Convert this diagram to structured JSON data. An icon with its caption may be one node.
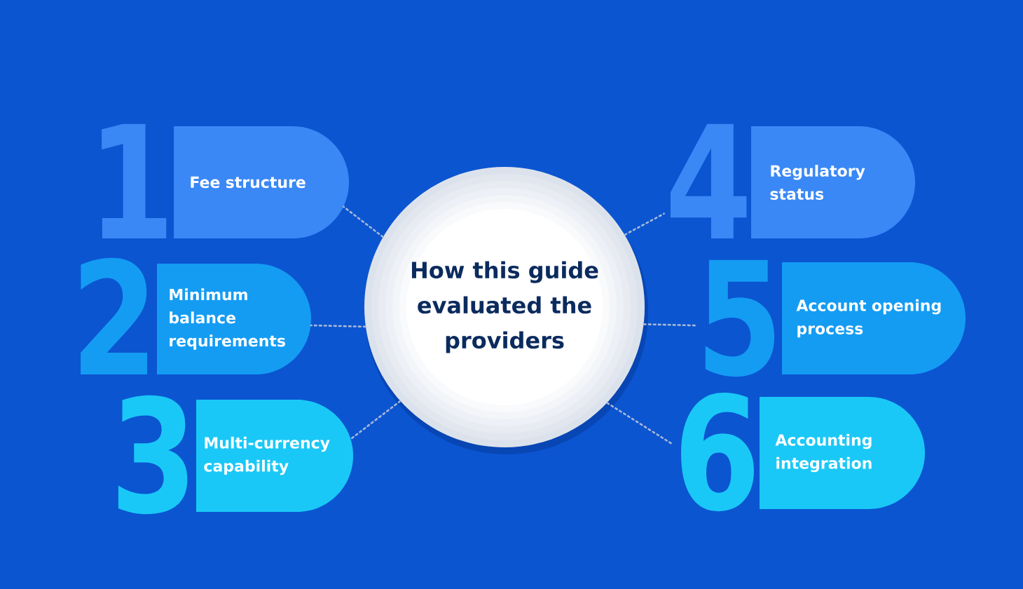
{
  "diagram": {
    "nodes": [
      {
        "text": [
          "How this guide evaluated the providers"
        ]
      },
      {
        "text": [
          "1",
          "Fee structure"
        ]
      },
      {
        "text": [
          "2",
          "Minimum balance requirements"
        ]
      },
      {
        "text": [
          "3",
          "Multi-currency capability"
        ]
      },
      {
        "text": [
          "4",
          "Regulatory status"
        ]
      },
      {
        "text": [
          "5",
          "Account opening process"
        ]
      },
      {
        "text": [
          "6",
          "Accounting integration"
        ]
      }
    ],
    "edges": [
      {
        "from": 0,
        "to": 1,
        "arrow": "none"
      },
      {
        "from": 0,
        "to": 2,
        "arrow": "none"
      },
      {
        "from": 0,
        "to": 3,
        "arrow": "none"
      },
      {
        "from": 0,
        "to": 4,
        "arrow": "none"
      },
      {
        "from": 0,
        "to": 5,
        "arrow": "none"
      },
      {
        "from": 0,
        "to": 6,
        "arrow": "none"
      }
    ]
  }
}
